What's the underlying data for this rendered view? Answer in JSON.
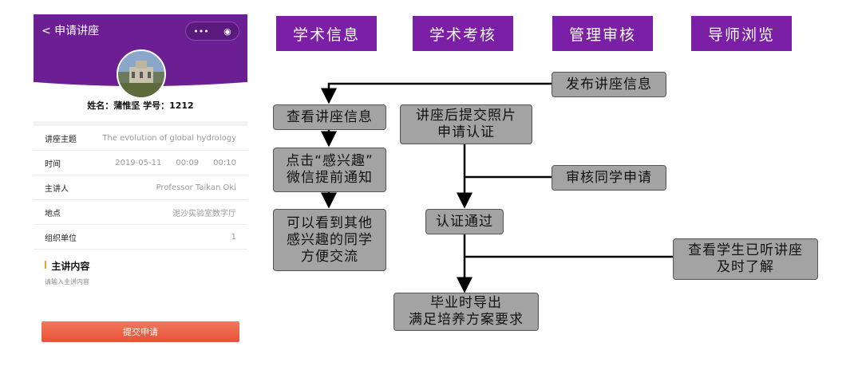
{
  "phone": {
    "back_label": "< 申请讲座",
    "capsule_more": "•••",
    "capsule_close": "◉",
    "user_line": "姓名：蒲惟坚  学号：1212",
    "rows": [
      {
        "label": "讲座主题",
        "values": [
          "The evolution of global hydrology"
        ]
      },
      {
        "label": "时间",
        "values": [
          "2019-05-11",
          "00:09",
          "00:10"
        ]
      },
      {
        "label": "主讲人",
        "values": [
          "Professor Taikan Oki"
        ]
      },
      {
        "label": "地点",
        "values": [
          "泥沙实验室数字厅"
        ]
      },
      {
        "label": "组织单位",
        "values": [
          "1"
        ]
      }
    ],
    "section_title": "主讲内容",
    "content_placeholder": "请输入主讲内容",
    "submit_label": "提交申请"
  },
  "columns": [
    "学术信息",
    "学术考核",
    "管理审核",
    "导师浏览"
  ],
  "boxes": {
    "publish": "发布讲座信息",
    "view": "查看讲座信息",
    "photo": "讲座后提交照片\n申请认证",
    "click": "点击“感兴趣”\n微信提前通知",
    "review": "审核同学申请",
    "others": "可以看到其他\n感兴趣的同学\n方便交流",
    "certified": "认证通过",
    "teacher": "查看学生已听讲座\n及时了解",
    "export": "毕业时导出\n满足培养方案要求"
  },
  "colors": {
    "header_purple": "#7a1fa6",
    "phone_purple": "#6c1f93",
    "box_gray": "#a3a3a3",
    "submit_orange": "#e8503a"
  }
}
